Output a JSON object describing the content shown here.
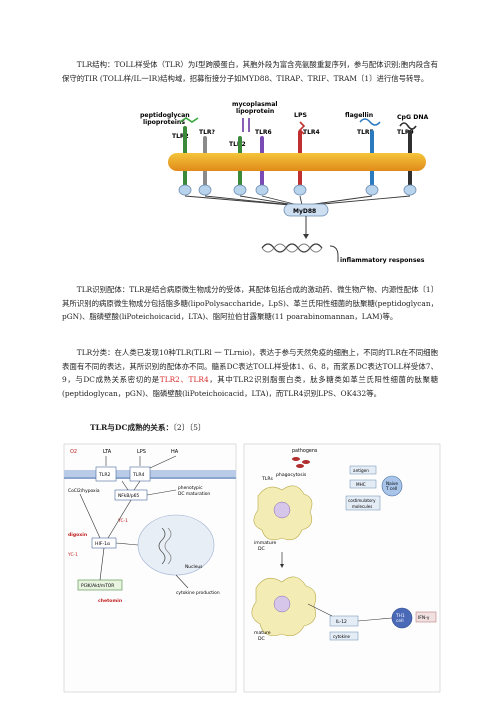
{
  "paragraphs": {
    "structure": "TLR结构：TOLL样受体（TLR）为I型跨膜蛋白，其胞外段为富含亮氨酸重复序列，参与配体识别;胞内段含有保守的TIR (TOLL样/IL一IR)结构域，招募衔接分子如MYD88、TIRAP、TRIF、TRAM〔1〕进行信号转导。",
    "ligand": "TLR识别配体：TLR是结合病原微生物成分的受体，其配体包括合成的激动药、微生物产物、内源性配体〔1〕其所识别的病原微生物成分包括脂多糖(lipoPolysaccharide，LpS)、革兰氏阳性细菌的肽聚糖(peptidoglycan，pGN)、脂磷壁酸(liPoteichoicacid，LTA)、脂阿拉伯甘露聚糖(11 poarabinomannan，LAM)等。",
    "class_pre": "TLR分类：在人类已发现10种TLR(TLRl 一 TLrnio)，表达于参与天然免疫的细胞上，不同的TLR在不同细胞表面有不同的表达，其所识别的配体亦不同。髓系DC表达TOLL样受体1、6、8，而浆系DC表达TOLL样受体7、9，与DC成熟关系密切的是",
    "class_hl1": "TLR2",
    "class_sep": "、",
    "class_hl2": "TLR4",
    "class_post": "，其中TLR2识别脂蛋白类，肽多糖类如革兰氏阳性细菌的肽聚糖(peptidoglycan，pGN)、脂磷壁酸(liPoteichoicacid，LTA)，而TLR4识别LPS、OK432等。"
  },
  "section_title": "TLR与DC成熟的关系：",
  "section_cite": "〔2〕〔5〕",
  "figure1": {
    "ligands": {
      "peptidoglycan": "peptidoglycan",
      "lipoproteins": "lipoproteins",
      "mycoplasmal": "mycoplasmal",
      "mycoplasmal_lipo": "lipoprotein",
      "lps": "LPS",
      "flagellin": "flagellin",
      "cpg": "CpG DNA"
    },
    "receptors": {
      "tlr2a": "TLR2",
      "tlr_q": "TLR?",
      "tlr2b": "TLR2",
      "tlr6": "TLR6",
      "tlr4": "TLR4",
      "tlr5": "TLR5",
      "tlr9": "TLR9"
    },
    "adaptor": "MyD88",
    "output": "inflammatory responses"
  },
  "figure2": {
    "o2": "O2",
    "lta": "LTA",
    "lps": "LPS",
    "ha": "HA",
    "tlr2": "TLR2",
    "tlr4": "TLR4",
    "nfkb": "NFkB/p65",
    "cocl2": "CoCl2/hypoxia",
    "phenotypic": "phenotypic",
    "dc_maturation": "DC maturation",
    "vc3a": "YC-1",
    "digoxin": "digoxin",
    "hif": "HIF-1α",
    "yc1": "YC-1",
    "nucleus": "Nucleus",
    "pi3k": "PI3K/Akt/mTOR",
    "cytokine": "cytokine production",
    "chetomin": "chetomin"
  },
  "figure3": {
    "pathogens": "pathogens",
    "phagocytosis": "phagocytosis",
    "tlrs": "TLRs",
    "antigen": "antigen",
    "mhc": "MHC",
    "naive": "Naive",
    "tcell": "T cell",
    "costim": "costimulatory",
    "costim2": "molecules",
    "immature": "immature",
    "dc1": "DC",
    "mature": "mature",
    "dc2": "DC",
    "il12": "IL-12",
    "cytokine": "cytokine",
    "th1": "TH1",
    "cell": "cell",
    "ifn": "IFN-γ"
  }
}
